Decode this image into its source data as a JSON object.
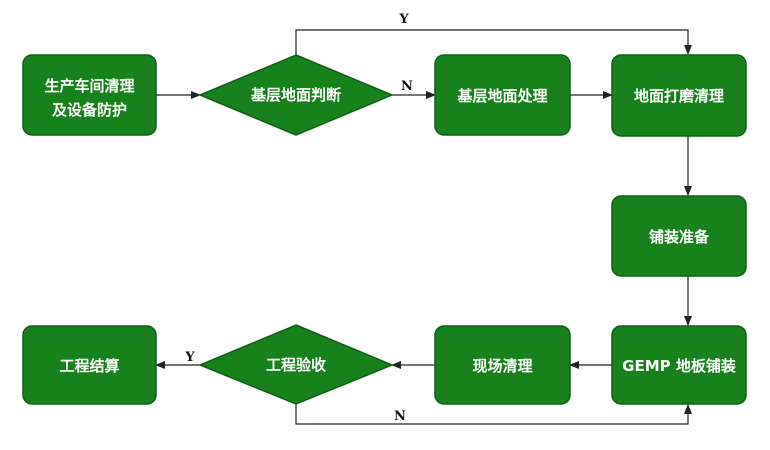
{
  "colors": {
    "node_fill": "#17821b",
    "node_stroke": "#0f5f12",
    "node_text": "#ffffff",
    "arrow": "#222222"
  },
  "nodes": {
    "workshop_cleanup": {
      "lines": [
        "生产车间清理",
        "及设备防护"
      ]
    },
    "base_check": {
      "label": "基层地面判断"
    },
    "base_treat": {
      "label": "基层地面处理"
    },
    "grind_clean": {
      "label": "地面打磨清理"
    },
    "paving_prep": {
      "label": "铺装准备"
    },
    "gemp_paving": {
      "label": "GEMP 地板铺装"
    },
    "site_clean": {
      "label": "现场清理"
    },
    "acceptance": {
      "label": "工程验收"
    },
    "settlement": {
      "label": "工程结算"
    }
  },
  "edge_labels": {
    "base_check_yes": "Y",
    "base_check_no": "N",
    "acceptance_yes": "Y",
    "acceptance_no": "N"
  }
}
